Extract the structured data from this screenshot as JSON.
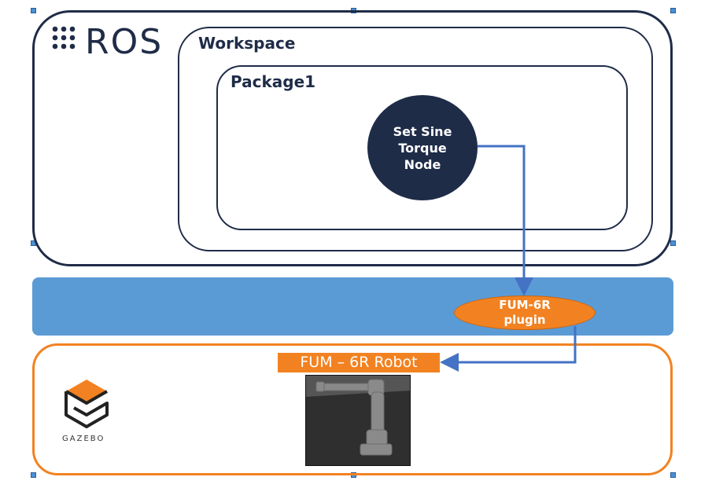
{
  "logos": {
    "ros": "ROS",
    "gazebo": "GAZEBO"
  },
  "containers": {
    "workspace": "Workspace",
    "package": "Package1"
  },
  "node": {
    "line1": "Set Sine",
    "line2": "Torque",
    "line3": "Node"
  },
  "plugin": {
    "line1": "FUM-6R",
    "line2": "plugin"
  },
  "robot": {
    "label": "FUM – 6R Robot"
  },
  "colors": {
    "navy": "#1f2c48",
    "blue_band": "#5b9bd5",
    "orange": "#f28221",
    "arrow": "#4472c4"
  }
}
